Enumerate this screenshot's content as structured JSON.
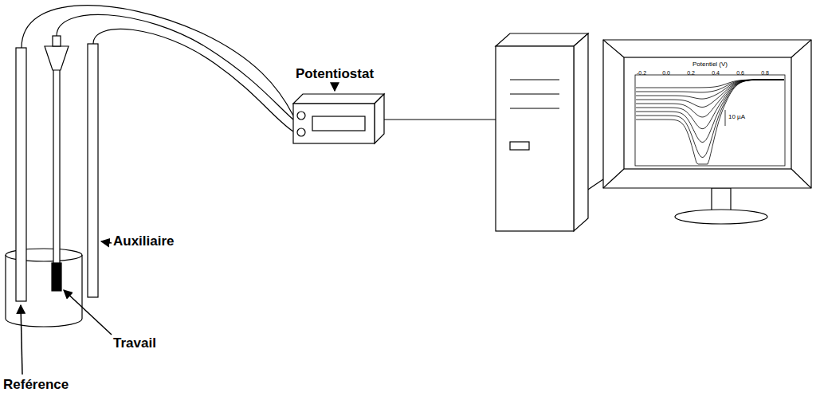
{
  "diagram": {
    "labels": [
      "Potentiostat",
      "Auxiliaire",
      "Travail",
      "Reférence",
      "Potentiel (V)",
      "-0.2",
      "0.0",
      "0.2",
      "0.4",
      "0.6",
      "0.8",
      "10 µA"
    ]
  }
}
